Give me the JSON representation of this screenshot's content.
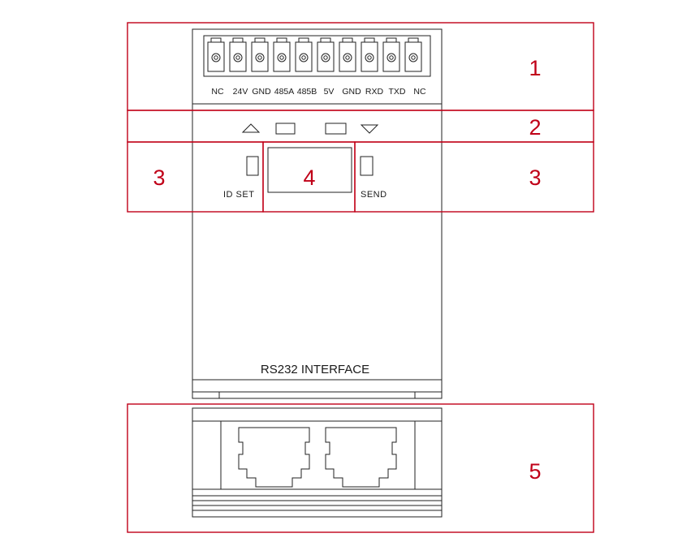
{
  "colors": {
    "zone_line": "#c00018",
    "zone_text": "#c00018",
    "device_line": "#222222"
  },
  "terminal": {
    "pins": [
      "NC",
      "24V",
      "GND",
      "485A",
      "485B",
      "5V",
      "GND",
      "RXD",
      "TXD",
      "NC"
    ]
  },
  "zones": [
    {
      "id": "zone-1",
      "label": "1"
    },
    {
      "id": "zone-2",
      "label": "2"
    },
    {
      "id": "zone-3-left",
      "label": "3"
    },
    {
      "id": "zone-4",
      "label": "4"
    },
    {
      "id": "zone-3-right",
      "label": "3"
    },
    {
      "id": "zone-5",
      "label": "5"
    }
  ],
  "buttons": {
    "id_set": "ID SET",
    "send": "SEND"
  },
  "interface": {
    "label": "RS232 INTERFACE"
  }
}
